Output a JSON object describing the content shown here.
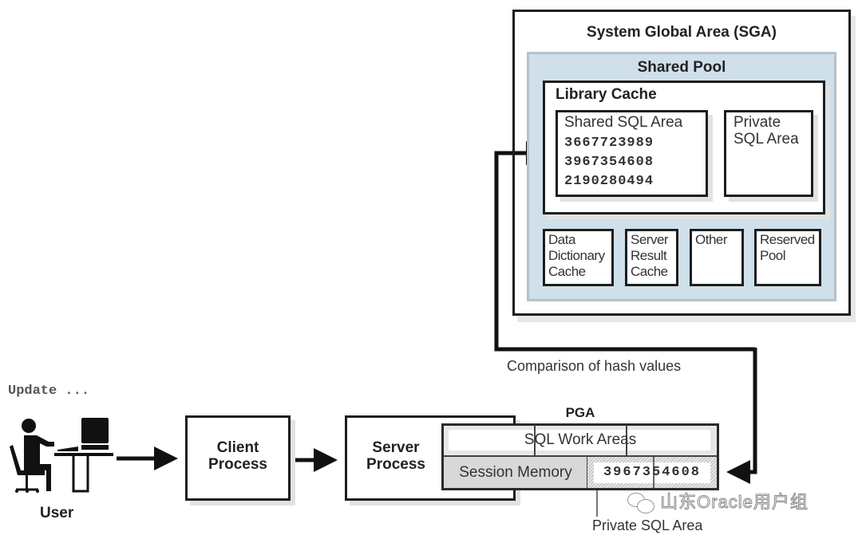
{
  "sga": {
    "title": "System Global Area (SGA)",
    "shared_pool": {
      "title": "Shared Pool",
      "library_cache": {
        "title": "Library Cache",
        "shared_sql_area": {
          "title": "Shared SQL Area",
          "hash_values": [
            "3667723989",
            "3967354608",
            "2190280494"
          ]
        },
        "private_sql_area": {
          "line1": "Private",
          "line2": "SQL Area"
        }
      },
      "components": [
        {
          "lines": [
            "Data",
            "Dictionary",
            "Cache"
          ]
        },
        {
          "lines": [
            "Server",
            "Result",
            "Cache"
          ]
        },
        {
          "lines": [
            "Other"
          ]
        },
        {
          "lines": [
            "Reserved",
            "Pool"
          ]
        }
      ]
    }
  },
  "comparison_label": "Comparison of hash values",
  "statement": "Update ...",
  "user_label": "User",
  "client_process": {
    "line1": "Client",
    "line2": "Process"
  },
  "server_process": {
    "line1": "Server",
    "line2": "Process"
  },
  "pga": {
    "title": "PGA",
    "sql_work_areas": "SQL Work Areas",
    "session_memory": "Session Memory",
    "private_hash": "3967354608",
    "private_sql_area_label": "Private SQL Area"
  },
  "watermark": "山东Oracle用户组",
  "colors": {
    "shared_pool_bg": "#cfe0eb",
    "pga_bg": "#e6e6e6",
    "line": "#1e1e1e"
  }
}
